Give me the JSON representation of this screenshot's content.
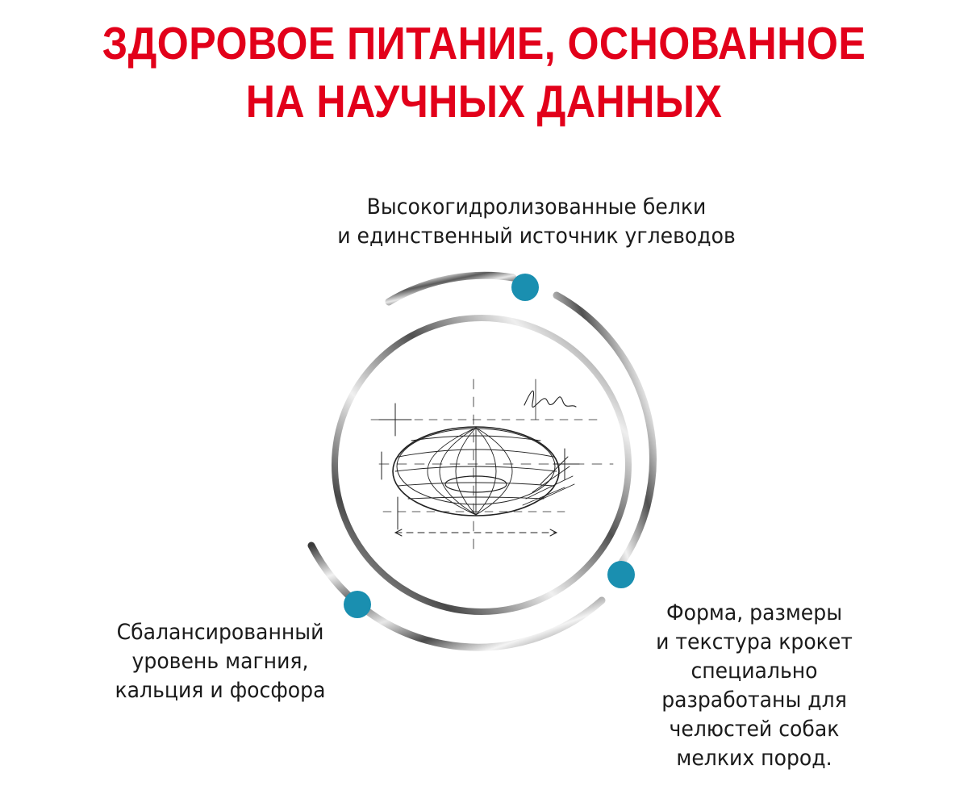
{
  "headline": {
    "lines": [
      "ЗДОРОВОЕ ПИТАНИЕ, ОСНОВАННОЕ",
      "НА НАУЧНЫХ ДАННЫХ"
    ]
  },
  "features": {
    "top": {
      "lines": [
        "Высокогидролизованные белки",
        "и единственный источник углеводов"
      ]
    },
    "left": {
      "lines": [
        "Сбалансированный",
        "уровень магния,",
        "кальция и фосфора"
      ]
    },
    "right": {
      "lines": [
        "Форма, размеры",
        "и текстура крокет",
        "специально",
        "разработаны для",
        "челюстей собак",
        "мелких пород."
      ]
    }
  },
  "colors": {
    "headline": "#e2001a",
    "dot": "#1a8fb0",
    "text": "#1a1a1a"
  },
  "icons": {
    "center_illustration": "kibble-sketch-icon",
    "marker": "teal-dot-icon"
  }
}
